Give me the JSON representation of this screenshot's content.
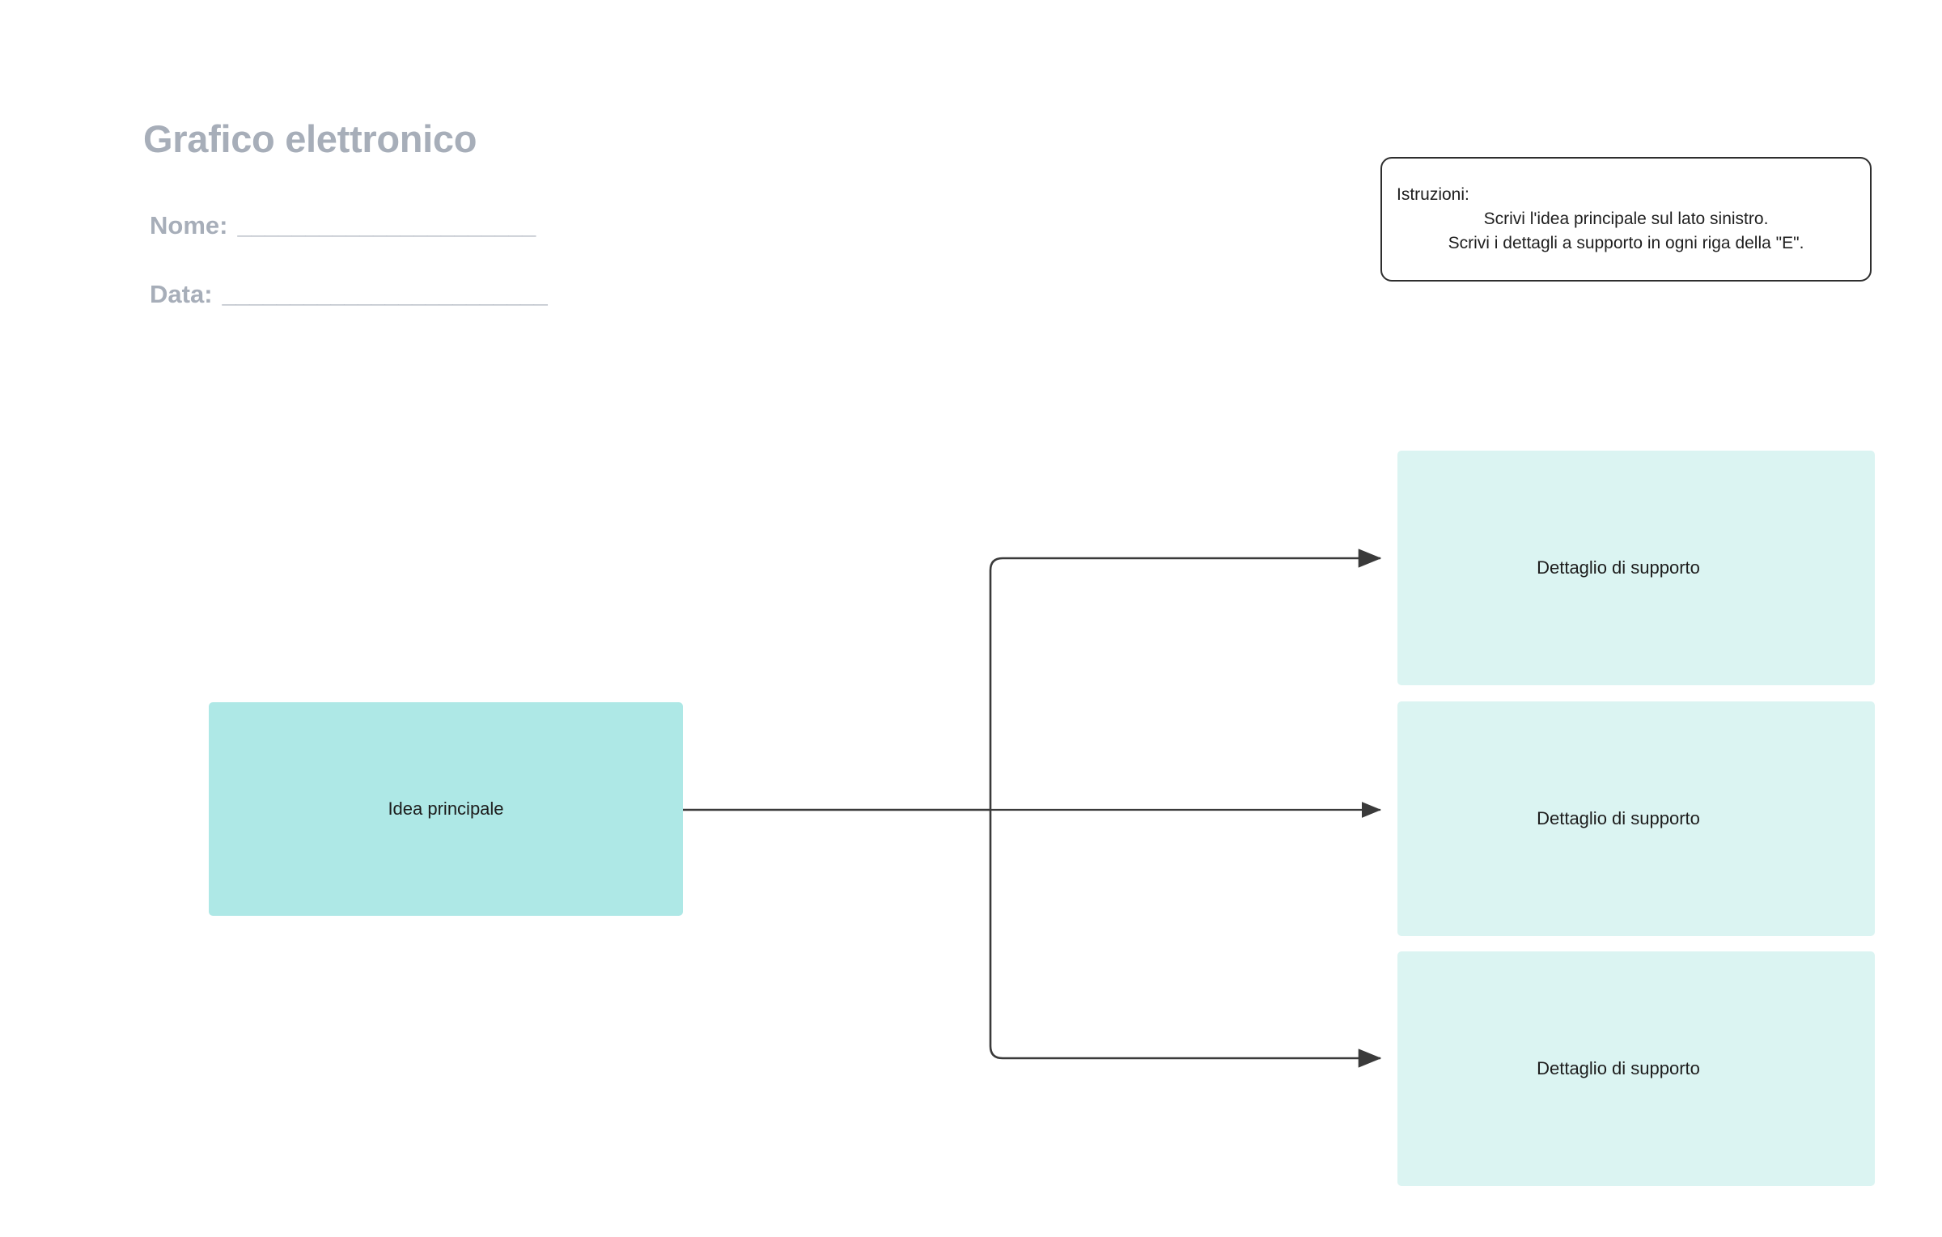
{
  "worksheet": {
    "title": "Grafico elettronico",
    "fields": [
      {
        "label": "Nome:",
        "blank": "______________________"
      },
      {
        "label": "Data:",
        "blank": "________________________"
      }
    ],
    "instructions": {
      "heading": "Istruzioni:",
      "lines": [
        "Scrivi l'idea principale sul lato sinistro.",
        "Scrivi i dettagli a supporto in ogni riga della \"E\"."
      ]
    }
  },
  "diagram": {
    "main_idea": {
      "label": "Idea principale"
    },
    "details": [
      {
        "label": "Dettaglio di supporto"
      },
      {
        "label": "Dettaglio di supporto"
      },
      {
        "label": "Dettaglio di supporto"
      }
    ]
  },
  "colors": {
    "main_idea_fill": "#aee8e6",
    "detail_fill": "#dbf4f2",
    "header_text": "#a7aeb9",
    "connector_stroke": "#3a3a3a",
    "instruction_border": "#2e2e2e",
    "page_background": "#ffffff"
  }
}
